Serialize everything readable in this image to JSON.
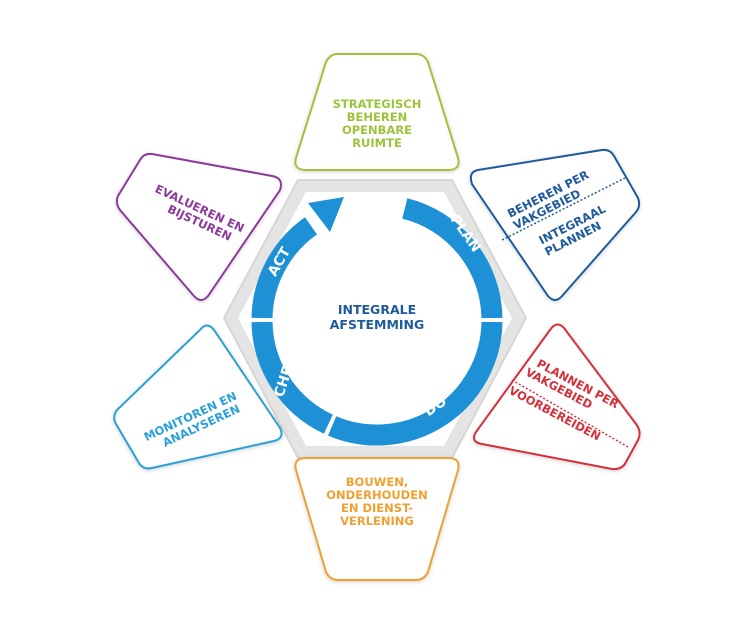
{
  "colors": {
    "ring": "#1e90d6",
    "center_text": "#1f5a9c",
    "green": "#9cc33a",
    "navy": "#1f5a9c",
    "red": "#d62e3a",
    "orange": "#f0a030",
    "light_blue": "#2aa0d8",
    "purple": "#8a3a9a"
  },
  "center": {
    "line1": "INTEGRALE",
    "line2": "AFSTEMMING"
  },
  "cycle": {
    "plan": "PLAN",
    "do": "DO",
    "check": "CHECK",
    "act": "ACT"
  },
  "panels": {
    "top": {
      "lines": [
        "STRATEGISCH",
        "BEHEREN",
        "OPENBARE",
        "RUIMTE"
      ]
    },
    "upper_right": {
      "group1": [
        "BEHEREN PER",
        "VAKGEBIED"
      ],
      "group2": [
        "INTEGRAAL",
        "PLANNEN"
      ]
    },
    "lower_right": {
      "group1": [
        "PLANNEN PER",
        "VAKGEBIED"
      ],
      "group2": [
        "VOORBEREIDEN"
      ]
    },
    "bottom": {
      "lines": [
        "BOUWEN,",
        "ONDERHOUDEN",
        "EN DIENST-",
        "VERLENING"
      ]
    },
    "lower_left": {
      "lines": [
        "MONITOREN EN",
        "ANALYSEREN"
      ]
    },
    "upper_left": {
      "lines": [
        "EVALUEREN EN",
        "BIJSTUREN"
      ]
    }
  }
}
